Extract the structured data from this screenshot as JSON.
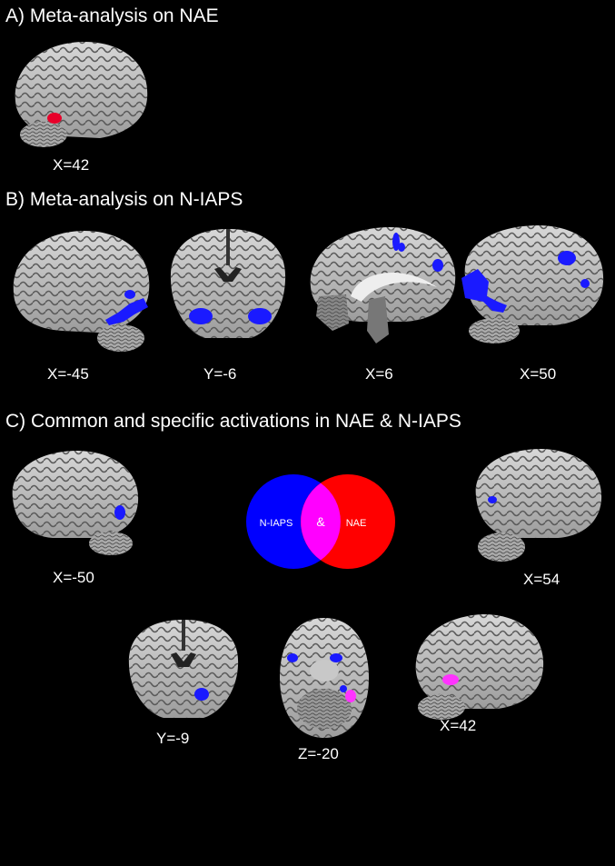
{
  "panel_a": {
    "title": "A) Meta-analysis on NAE",
    "coords": [
      "X=42"
    ]
  },
  "panel_b": {
    "title": "B) Meta-analysis on N-IAPS",
    "coords": [
      "X=-45",
      "Y=-6",
      "X=6",
      "X=50"
    ]
  },
  "panel_c": {
    "title": "C) Common and specific activations in NAE & N-IAPS",
    "coords": [
      "X=-50",
      "X=54",
      "Y=-9",
      "Z=-20",
      "X=42"
    ],
    "venn": {
      "left_label": "N-IAPS",
      "overlap_label": "&",
      "right_label": "NAE"
    }
  },
  "colors": {
    "nae": "#ff0000",
    "n_iaps": "#0000ff",
    "overlap": "#ff00ff",
    "blob_blue": "#1a1aff",
    "blob_red": "#e8002a",
    "blob_magenta": "#ff33ff"
  },
  "icons": {
    "sagittal": "sagittal-brain-slice",
    "coronal": "coronal-brain-slice",
    "axial": "axial-brain-slice"
  }
}
